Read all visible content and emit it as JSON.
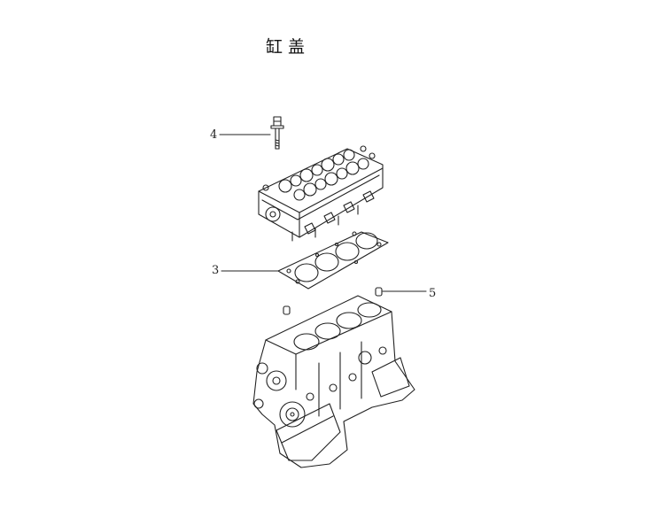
{
  "title": "缸盖",
  "callouts": [
    {
      "label": "4",
      "part": "cylinder-head-bolt"
    },
    {
      "label": "3",
      "part": "cylinder-head-gasket"
    },
    {
      "label": "5",
      "part": "dowel-pin"
    }
  ]
}
